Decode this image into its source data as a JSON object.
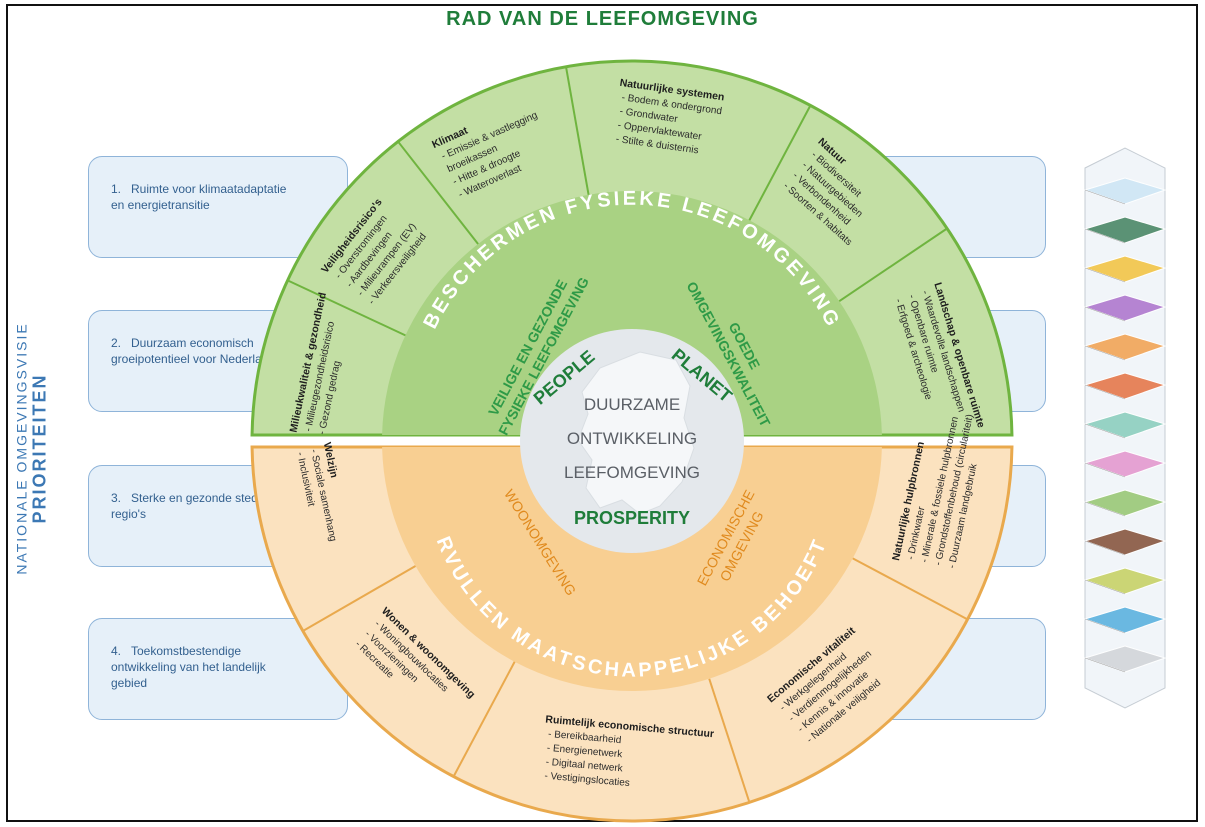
{
  "title": "RAD VAN DE LEEFOMGEVING",
  "side_title": {
    "line1": "NATIONALE OMGEVINGSVISIE",
    "line2": "PRIORITEITEN"
  },
  "priorities": [
    {
      "num": "1.",
      "text": "Ruimte voor klimaatadaptatie en energietransitie"
    },
    {
      "num": "2.",
      "text": "Duurzaam economisch groeipotentieel voor Nederland"
    },
    {
      "num": "3.",
      "text": "Sterke en gezonde steden en regio's"
    },
    {
      "num": "4.",
      "text": "Toekomstbestendige ontwikkeling van het landelijk gebied"
    }
  ],
  "center": {
    "lines": [
      "DUURZAME",
      "ONTWIKKELING",
      "LEEFOMGEVING"
    ],
    "people": "PEOPLE",
    "planet": "PLANET",
    "prosperity": "PROSPERITY"
  },
  "upper": {
    "arc_title": "BESCHERMEN FYSIEKE LEEFOMGEVING",
    "left_inner": [
      "VEILIGE EN GEZONDE",
      "FYSIEKE LEEFOMGEVING"
    ],
    "right_inner": [
      "GOEDE",
      "OMGEVINGSKWALITEIT"
    ]
  },
  "lower": {
    "arc_title": "VERVULLEN MAATSCHAPPELIJKE BEHOEFTEN",
    "left_inner": [
      "WOONOMGEVING"
    ],
    "right_inner": [
      "ECONOMISCHE",
      "OMGEVING"
    ]
  },
  "segments": [
    {
      "title": "Milieukwaliteit & gezondheid",
      "items": [
        "- Milieugezondheidsrisico",
        "- Gezond gedrag"
      ]
    },
    {
      "title": "Veiligheidsrisico's",
      "items": [
        "- Overstromingen",
        "- Aardbevingen",
        "- Milieurampen (EV)",
        "- Verkeersveiligheid"
      ]
    },
    {
      "title": "Klimaat",
      "items": [
        "- Emissie & vastlegging",
        "broeikassen",
        "- Hitte & droogte",
        "- Wateroverlast"
      ]
    },
    {
      "title": "Natuurlijke systemen",
      "items": [
        "- Bodem & ondergrond",
        "- Grondwater",
        "- Oppervlaktewater",
        "- Stilte & duisternis"
      ]
    },
    {
      "title": "Natuur",
      "items": [
        "- Biodiversiteit",
        "- Natuurgebieden",
        "- Verbondenheid",
        "- Soorten & habitats"
      ]
    },
    {
      "title": "Landschap & openbare ruimte",
      "items": [
        "- Waardevolle landschappen",
        "- Openbare ruimte",
        "- Erfgoed & archeologie"
      ]
    },
    {
      "title": "Welzijn",
      "items": [
        "- Sociale samenhang",
        "- Inclusiviteit"
      ]
    },
    {
      "title": "Wonen & woonomgeving",
      "items": [
        "- Woningbouwlocaties",
        "- Voorzieningen",
        "- Recreatie"
      ]
    },
    {
      "title": "Ruimtelijk economische structuur",
      "items": [
        "- Bereikbaarheid",
        "- Energienetwerk",
        "- Digitaal netwerk",
        "- Vestigingslocaties"
      ]
    },
    {
      "title": "Economische vitaliteit",
      "items": [
        "- Werkgelegenheid",
        "- Verdienmogelijkheden",
        "- Kennis & innovatie",
        "- Nationale veiligheid"
      ]
    },
    {
      "title": "Natuurlijke hulpbronnen",
      "items": [
        "- Drinkwater",
        "- Minerale & fossiele hulpbronnen",
        "- Grondstoffenbehoud (circulariteit)",
        "- Duurzaam landgebruik"
      ]
    }
  ],
  "colors": {
    "green_outer": "#c3dfa4",
    "green_inner": "#a9d283",
    "green_border": "#6fb43f",
    "orange_outer": "#fbe2bf",
    "orange_inner": "#f8cf92",
    "orange_border": "#e9a94d",
    "center": "#e4e8ec",
    "dark_green": "#1f7d3a",
    "blue": "#3c78b4",
    "orange_text": "#e08a1e"
  },
  "icons": {
    "tower": "layered-city-tower-icon",
    "map": "netherlands-map-icon"
  }
}
